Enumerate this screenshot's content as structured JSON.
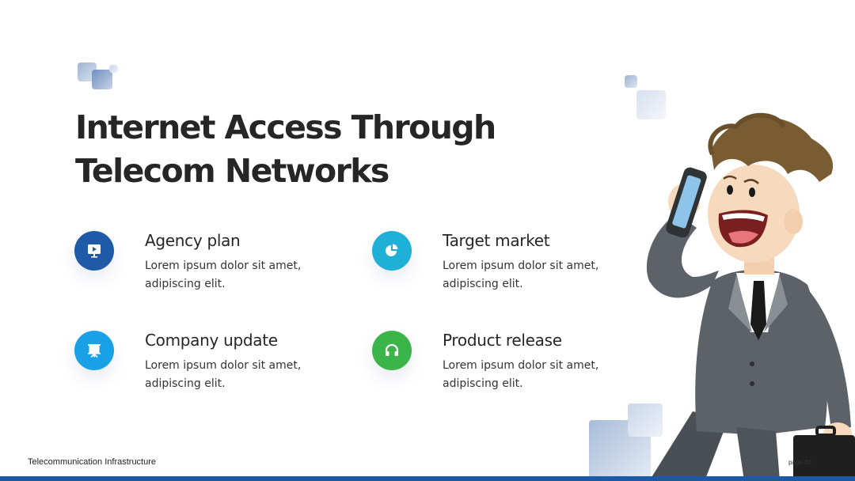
{
  "title": {
    "line1": "Internet Access Through",
    "line2": "Telecom Networks"
  },
  "features": [
    {
      "title": "Agency plan",
      "desc_line1": "Lorem ipsum dolor sit amet,",
      "desc_line2": "adipiscing elit.",
      "icon": "presentation-icon",
      "color": "#1f5aa6"
    },
    {
      "title": "Target market",
      "desc_line1": "Lorem ipsum dolor sit amet,",
      "desc_line2": "adipiscing elit.",
      "icon": "pie-chart-icon",
      "color": "#1fb0d8"
    },
    {
      "title": "Company update",
      "desc_line1": "Lorem ipsum dolor sit amet,",
      "desc_line2": "adipiscing elit.",
      "icon": "projector-screen-icon",
      "color": "#1aa0e6"
    },
    {
      "title": "Product release",
      "desc_line1": "Lorem ipsum dolor sit amet,",
      "desc_line2": "adipiscing elit.",
      "icon": "headset-icon",
      "color": "#3bb54a"
    }
  ],
  "footer": {
    "text": "Telecommunication Infrastructure",
    "page": "page 83"
  },
  "colors": {
    "accent": "#1c5aa6"
  }
}
